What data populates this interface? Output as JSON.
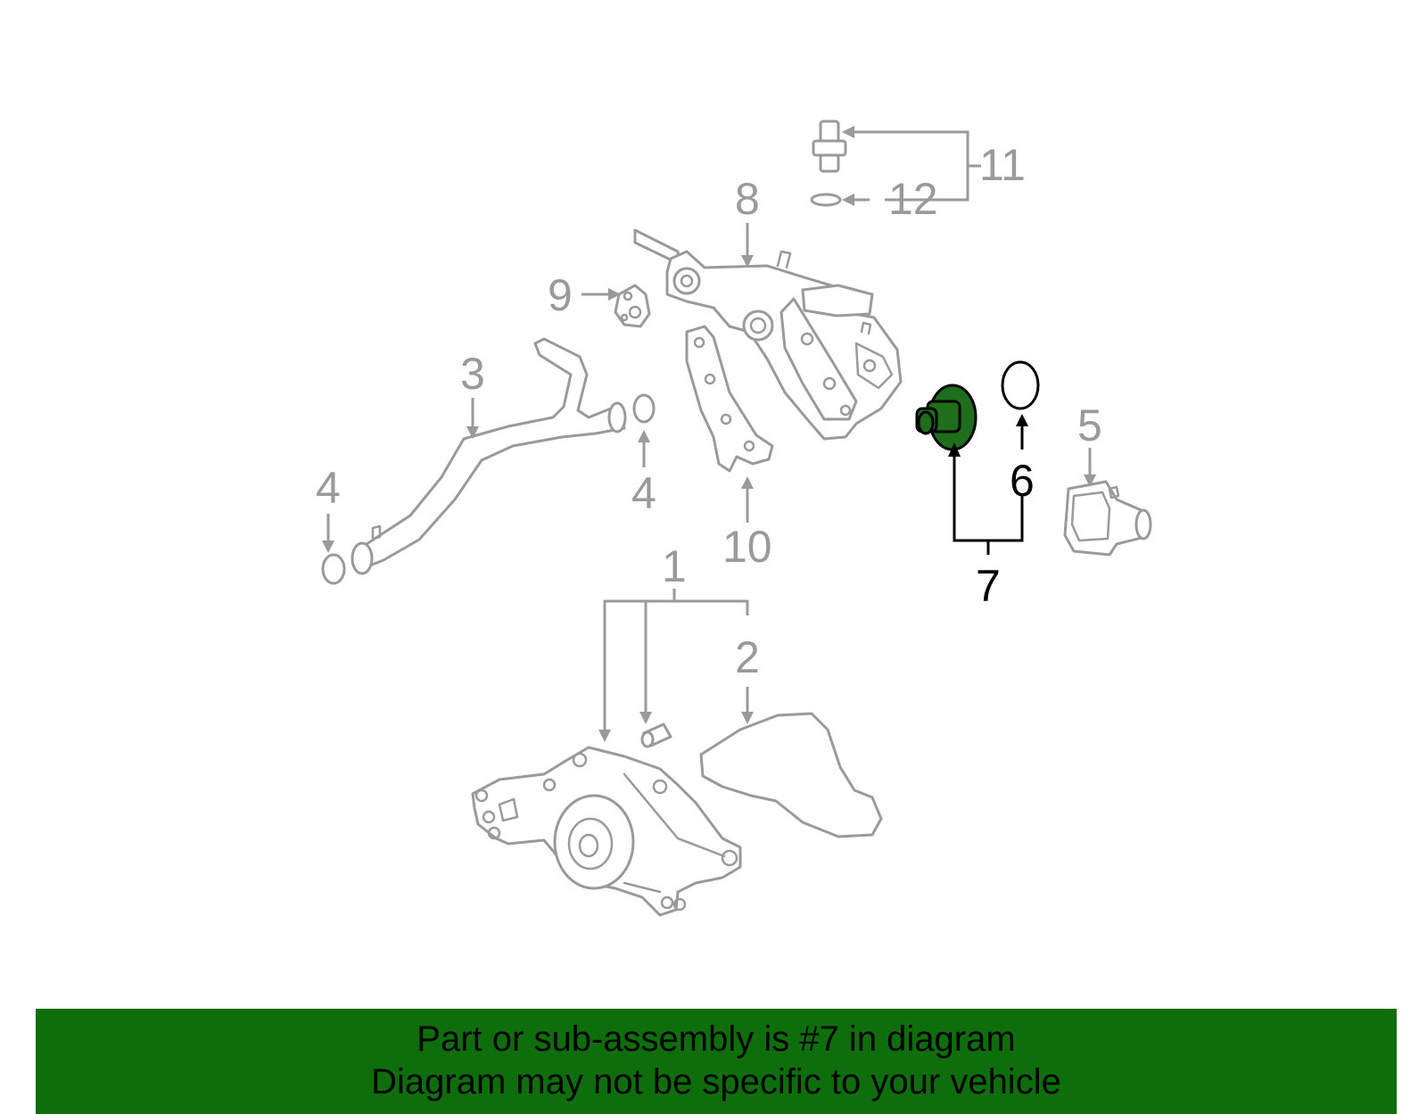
{
  "callouts": {
    "c1": "1",
    "c2": "2",
    "c3": "3",
    "c4a": "4",
    "c4b": "4",
    "c5": "5",
    "c6": "6",
    "c7": "7",
    "c8": "8",
    "c9": "9",
    "c10": "10",
    "c11": "11",
    "c12": "12"
  },
  "highlighted_part": "7",
  "colors": {
    "banner": "#0f6e0c",
    "highlight_part": "#1e6e1b",
    "line_gray": "#9a9a9a"
  },
  "banner": {
    "line1": "Part or sub-assembly is #7 in diagram",
    "line2": "Diagram may not be specific to your vehicle"
  }
}
